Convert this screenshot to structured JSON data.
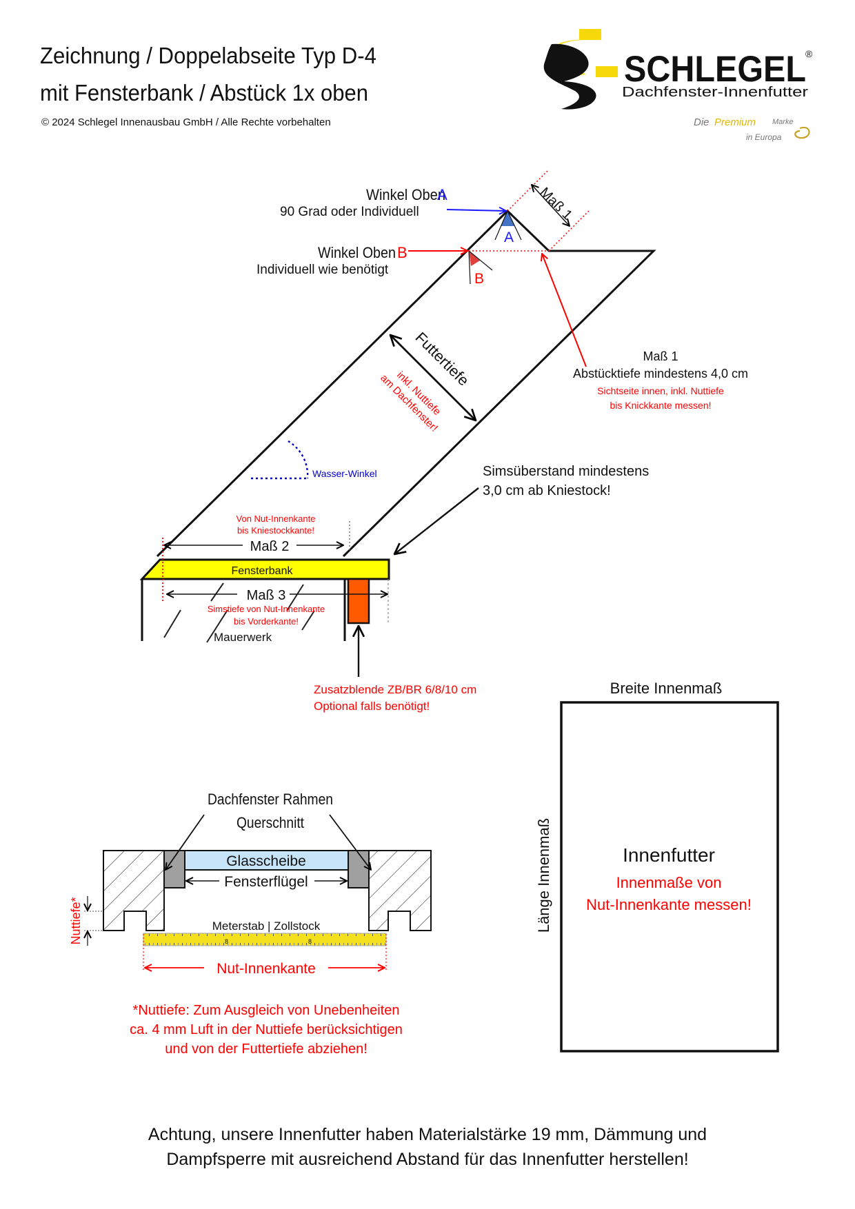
{
  "header": {
    "title_line1": "Zeichnung / Doppelabseite Typ D-4",
    "title_line2": "mit Fensterbank / Abstück 1x oben",
    "copyright": "© 2024 Schlegel Innenausbau GmbH / Alle Rechte vorbehalten"
  },
  "logo": {
    "brand": "SCHLEGEL",
    "registered": "®",
    "subtitle": "Dachfenster-Innenfutter",
    "slogan_die": "Die",
    "slogan_premium": "Premium",
    "slogan_marke": "Marke",
    "slogan_line2": "in Europa",
    "colors": {
      "yellow": "#f5d90a",
      "black": "#111111",
      "gold": "#c9a227"
    }
  },
  "main_diagram": {
    "winkel_a_title": "Winkel Oben ",
    "winkel_a_letter": "A",
    "winkel_a_sub": "90 Grad oder Individuell",
    "winkel_b_title": "Winkel Oben ",
    "winkel_b_letter": "B",
    "winkel_b_sub": "Individuell wie benötigt",
    "angle_a_marker": "A",
    "angle_b_marker": "B",
    "mass1_dim": "Maß 1",
    "futtertiefe": "Futtertiefe",
    "futtertiefe_note_line1": "inkl. Nuttiefe",
    "futtertiefe_note_line2": "am Dachfenster!",
    "mass1_title": "Maß 1",
    "mass1_desc": "Abstücktiefe mindestens 4,0 cm",
    "mass1_note_line1": "Sichtseite innen, inkl. Nuttiefe",
    "mass1_note_line2": "bis Knickkante messen!",
    "wasser_winkel": "Wasser-Winkel",
    "sims_line1": "Simsüberstand mindestens",
    "sims_line2": "3,0 cm ab Kniestock!",
    "mass2_note_line1": "Von Nut-Innenkante",
    "mass2_note_line2": "bis Kniestockkante!",
    "mass2": "Maß 2",
    "fensterbank": "Fensterbank",
    "mass3": "Maß 3",
    "mass3_note_line1": "Simstiefe von Nut-Innenkante",
    "mass3_note_line2": "bis Vorderkante!",
    "mauerwerk": "Mauerwerk",
    "zusatz_line1": "Zusatzblende ZB/BR 6/8/10 cm",
    "zusatz_line2": "Optional falls benötigt!"
  },
  "cross_section": {
    "title_line1": "Dachfenster Rahmen",
    "title_line2": "Querschnitt",
    "glasscheibe": "Glasscheibe",
    "fensterfluegel": "Fensterflügel",
    "nuttiefe_label": "Nuttiefe*",
    "meterstab": "Meterstab | Zollstock",
    "ruler_marks": [
      "8",
      "8"
    ],
    "nut_innenkante": "Nut-Innenkante",
    "note_line1": "*Nuttiefe: Zum Ausgleich von Unebenheiten",
    "note_line2": "ca. 4 mm Luft in der Nuttiefe berücksichtigen",
    "note_line3": "und von der Futtertiefe abziehen!"
  },
  "rectangle": {
    "breite": "Breite Innenmaß",
    "laenge": "Länge Innenmaß",
    "title": "Innenfutter",
    "note_line1": "Innenmaße von",
    "note_line2": "Nut-Innenkante messen!"
  },
  "footer": {
    "line1": "Achtung, unsere Innenfutter haben Materialstärke 19 mm, Dämmung und",
    "line2": "Dampfsperre mit ausreichend Abstand für das Innenfutter herstellen!"
  },
  "colors": {
    "red": "#ff0000",
    "blue": "#1a1aff",
    "dotted_blue": "#0000cc",
    "fensterbank_yellow": "#ffff00",
    "zusatz_orange": "#ff5a00",
    "glass_blue": "#c7e3f7",
    "ruler_yellow": "#f4e01c",
    "angle_blue_fill": "#4472c4",
    "angle_red_fill": "#e0403c"
  }
}
